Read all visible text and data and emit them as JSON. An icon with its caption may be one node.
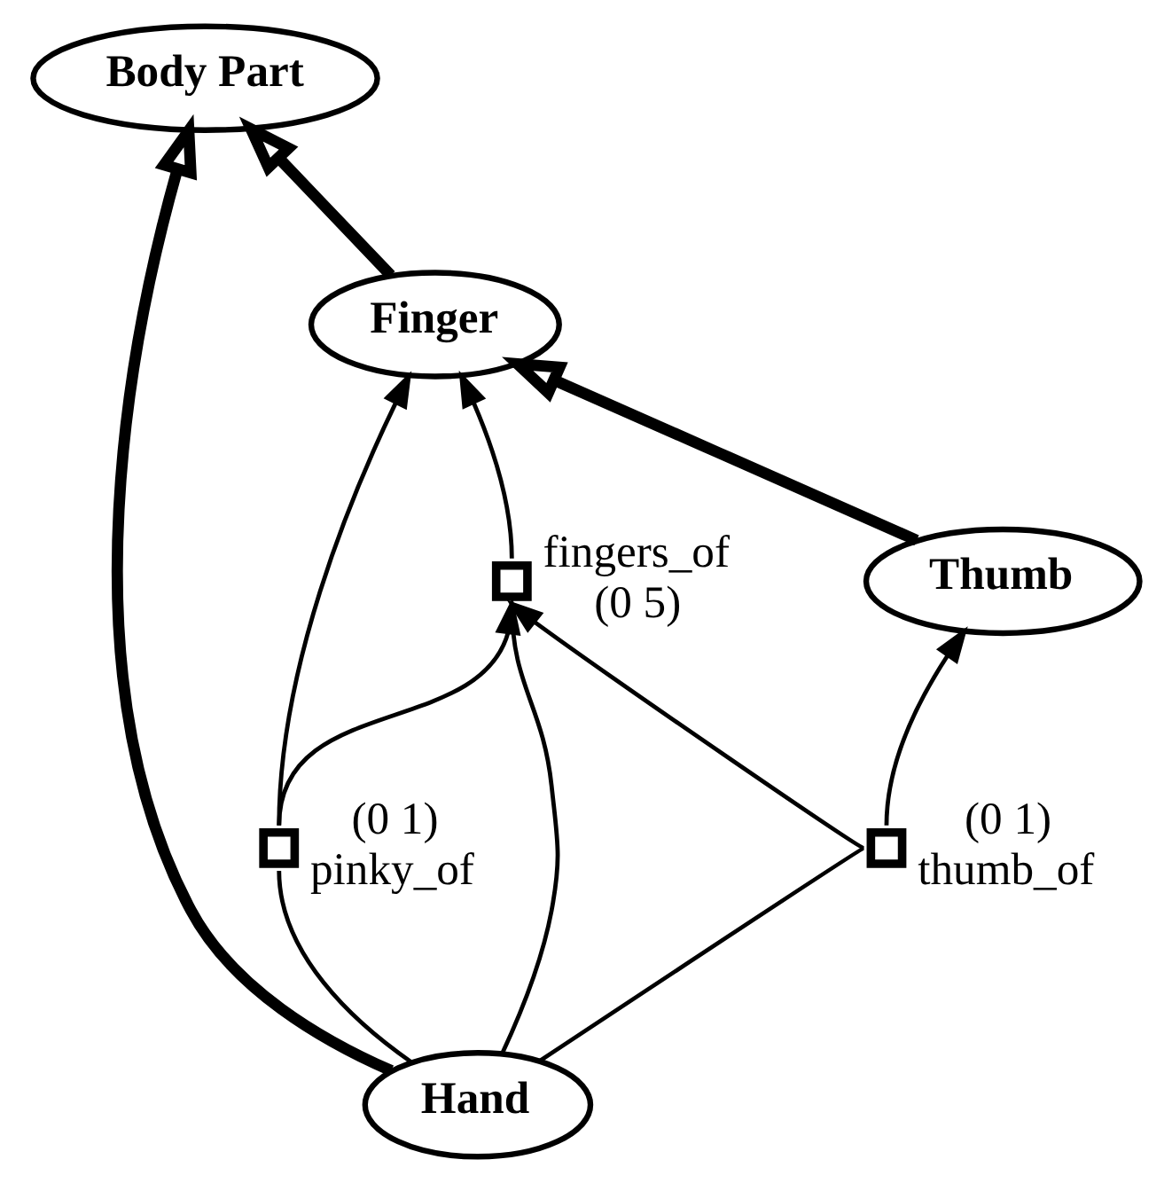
{
  "diagram": {
    "nodes": [
      {
        "text": [
          "Body Part"
        ]
      },
      {
        "text": [
          "Hand"
        ]
      },
      {
        "text": [
          "Finger"
        ]
      },
      {
        "text": [],
        "shape": "box",
        "beside": [
          "fingers_of",
          "(0 5)"
        ]
      },
      {
        "text": [],
        "shape": "box",
        "beside": [
          "(0 1)",
          "pinky_of"
        ]
      },
      {
        "text": [],
        "shape": "box",
        "beside": [
          "(0 1)",
          "thumb_of"
        ]
      },
      {
        "text": [
          "Thumb"
        ]
      }
    ],
    "edges": [
      {
        "from": 1,
        "to": 0,
        "arrow": "to",
        "style": "thick"
      },
      {
        "from": 2,
        "to": 0,
        "arrow": "to",
        "style": "thick"
      },
      {
        "from": 6,
        "to": 2,
        "arrow": "to",
        "style": "thick"
      },
      {
        "from": 1,
        "to": 3,
        "arrow": "none"
      },
      {
        "from": 3,
        "to": 2,
        "arrow": "to"
      },
      {
        "from": 1,
        "to": 4,
        "arrow": "none"
      },
      {
        "from": 4,
        "to": 2,
        "arrow": "to"
      },
      {
        "from": 4,
        "to": 3,
        "arrow": "to"
      },
      {
        "from": 1,
        "to": 5,
        "arrow": "none"
      },
      {
        "from": 5,
        "to": 3,
        "arrow": "to"
      },
      {
        "from": 5,
        "to": 6,
        "arrow": "to"
      }
    ]
  }
}
